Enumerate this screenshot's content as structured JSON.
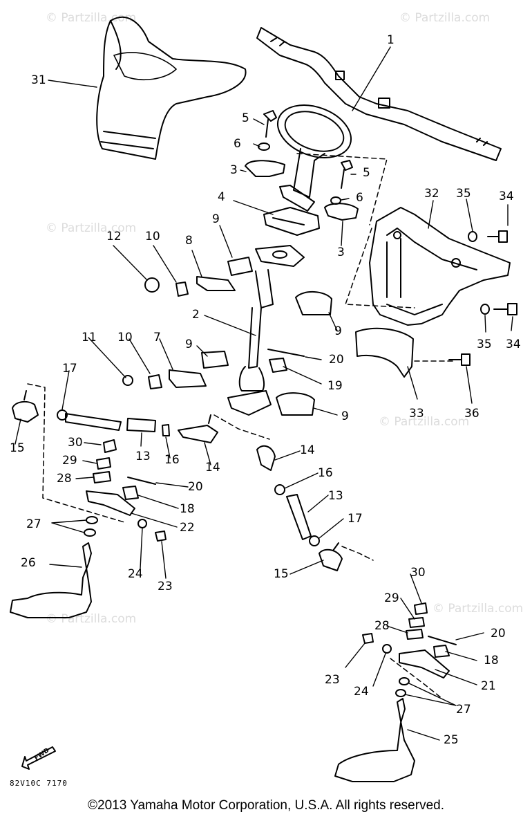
{
  "watermark": "© Partzilla.com",
  "drawing_code": "82V10C 7170",
  "copyright": "©2013 Yamaha Motor Corporation, U.S.A. All rights reserved.",
  "fwd_label": "FWD",
  "callouts": {
    "c1": "1",
    "c2": "2",
    "c3a": "3",
    "c3b": "3",
    "c4": "4",
    "c5a": "5",
    "c5b": "5",
    "c6a": "6",
    "c6b": "6",
    "c7": "7",
    "c8": "8",
    "c9a": "9",
    "c9b": "9",
    "c9c": "9",
    "c9d": "9",
    "c10a": "10",
    "c10b": "10",
    "c11": "11",
    "c12": "12",
    "c13a": "13",
    "c13b": "13",
    "c14a": "14",
    "c14b": "14",
    "c15a": "15",
    "c15b": "15",
    "c16a": "16",
    "c16b": "16",
    "c17a": "17",
    "c17b": "17",
    "c18a": "18",
    "c18b": "18",
    "c19": "19",
    "c20a": "20",
    "c20b": "20",
    "c20c": "20",
    "c21": "21",
    "c22": "22",
    "c23a": "23",
    "c23b": "23",
    "c24a": "24",
    "c24b": "24",
    "c25": "25",
    "c26": "26",
    "c27a": "27",
    "c27b": "27",
    "c28a": "28",
    "c28b": "28",
    "c29a": "29",
    "c29b": "29",
    "c30a": "30",
    "c30b": "30",
    "c31": "31",
    "c32": "32",
    "c33": "33",
    "c34a": "34",
    "c34b": "34",
    "c35a": "35",
    "c35b": "35",
    "c36": "36"
  }
}
